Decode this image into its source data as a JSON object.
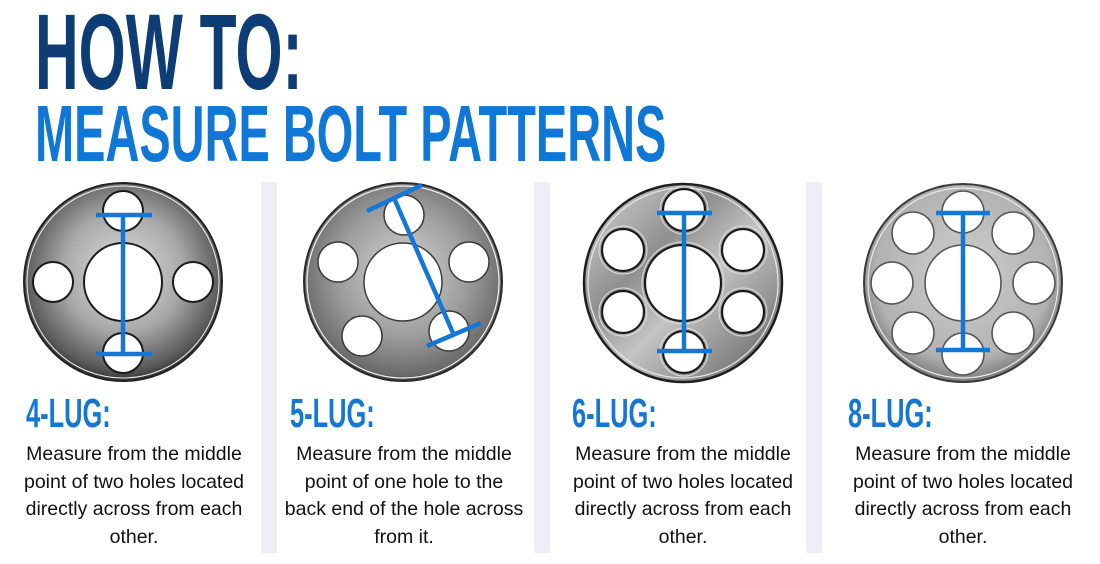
{
  "header": {
    "title_line1": "HOW TO:",
    "title_line2": "MEASURE BOLT PATTERNS",
    "colors": {
      "title_line1": "#0e3d75",
      "title_line2": "#1177d6"
    }
  },
  "accent_color": "#1477d5",
  "patterns": [
    {
      "heading": "4-LUG:",
      "lug_count": 4,
      "description": "Measure from the middle point of two holes located directly across from each other.",
      "icon": "4-lug-wheel-diagram-icon"
    },
    {
      "heading": "5-LUG:",
      "lug_count": 5,
      "description": "Measure from the middle point of one hole to the back end of the hole across from it.",
      "icon": "5-lug-wheel-diagram-icon"
    },
    {
      "heading": "6-LUG:",
      "lug_count": 6,
      "description": "Measure from the middle point of two holes located directly across from each other.",
      "icon": "6-lug-wheel-diagram-icon"
    },
    {
      "heading": "8-LUG:",
      "lug_count": 8,
      "description": "Measure from the middle point of two holes located directly across from each other.",
      "icon": "8-lug-wheel-diagram-icon"
    }
  ]
}
